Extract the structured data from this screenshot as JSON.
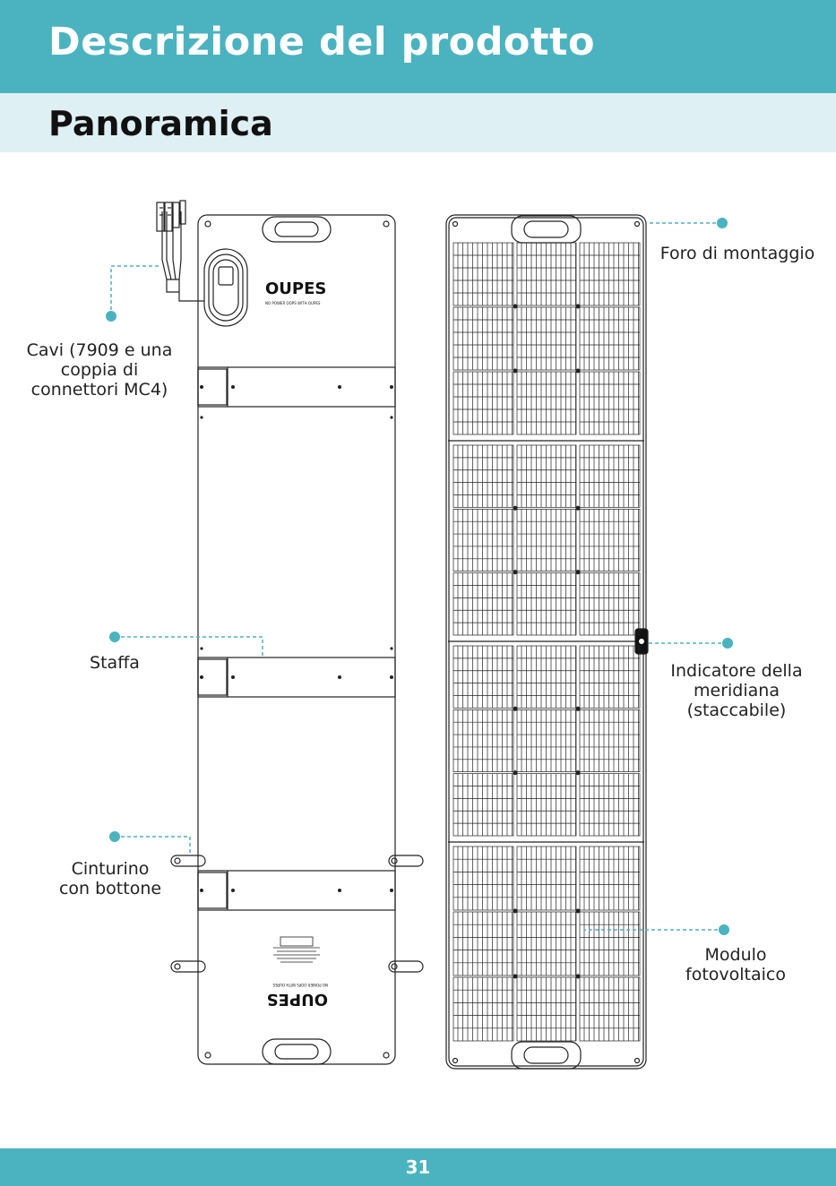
{
  "header": {
    "title": "Descrizione del prodotto"
  },
  "subheader": {
    "title": "Panoramica"
  },
  "brand": {
    "logo_text": "OUPES",
    "tagline": "NO POWER OOPS WITH OUPES"
  },
  "labels": {
    "cables": [
      "Cavi (7909 e una",
      "coppia di",
      "connettori MC4)"
    ],
    "mounting_hole": [
      "Foro di montaggio"
    ],
    "bracket": [
      "Staffa"
    ],
    "sundial": [
      "Indicatore della",
      "meridiana",
      "(staccabile)"
    ],
    "strap": [
      "Cinturino",
      "con bottone"
    ],
    "pv_module": [
      "Modulo",
      "fotovoltaico"
    ]
  },
  "footer": {
    "page_number": "31"
  },
  "colors": {
    "accent": "#4ab3bf",
    "accent_light": "#def0f3",
    "leader": "#4ab3bf"
  }
}
